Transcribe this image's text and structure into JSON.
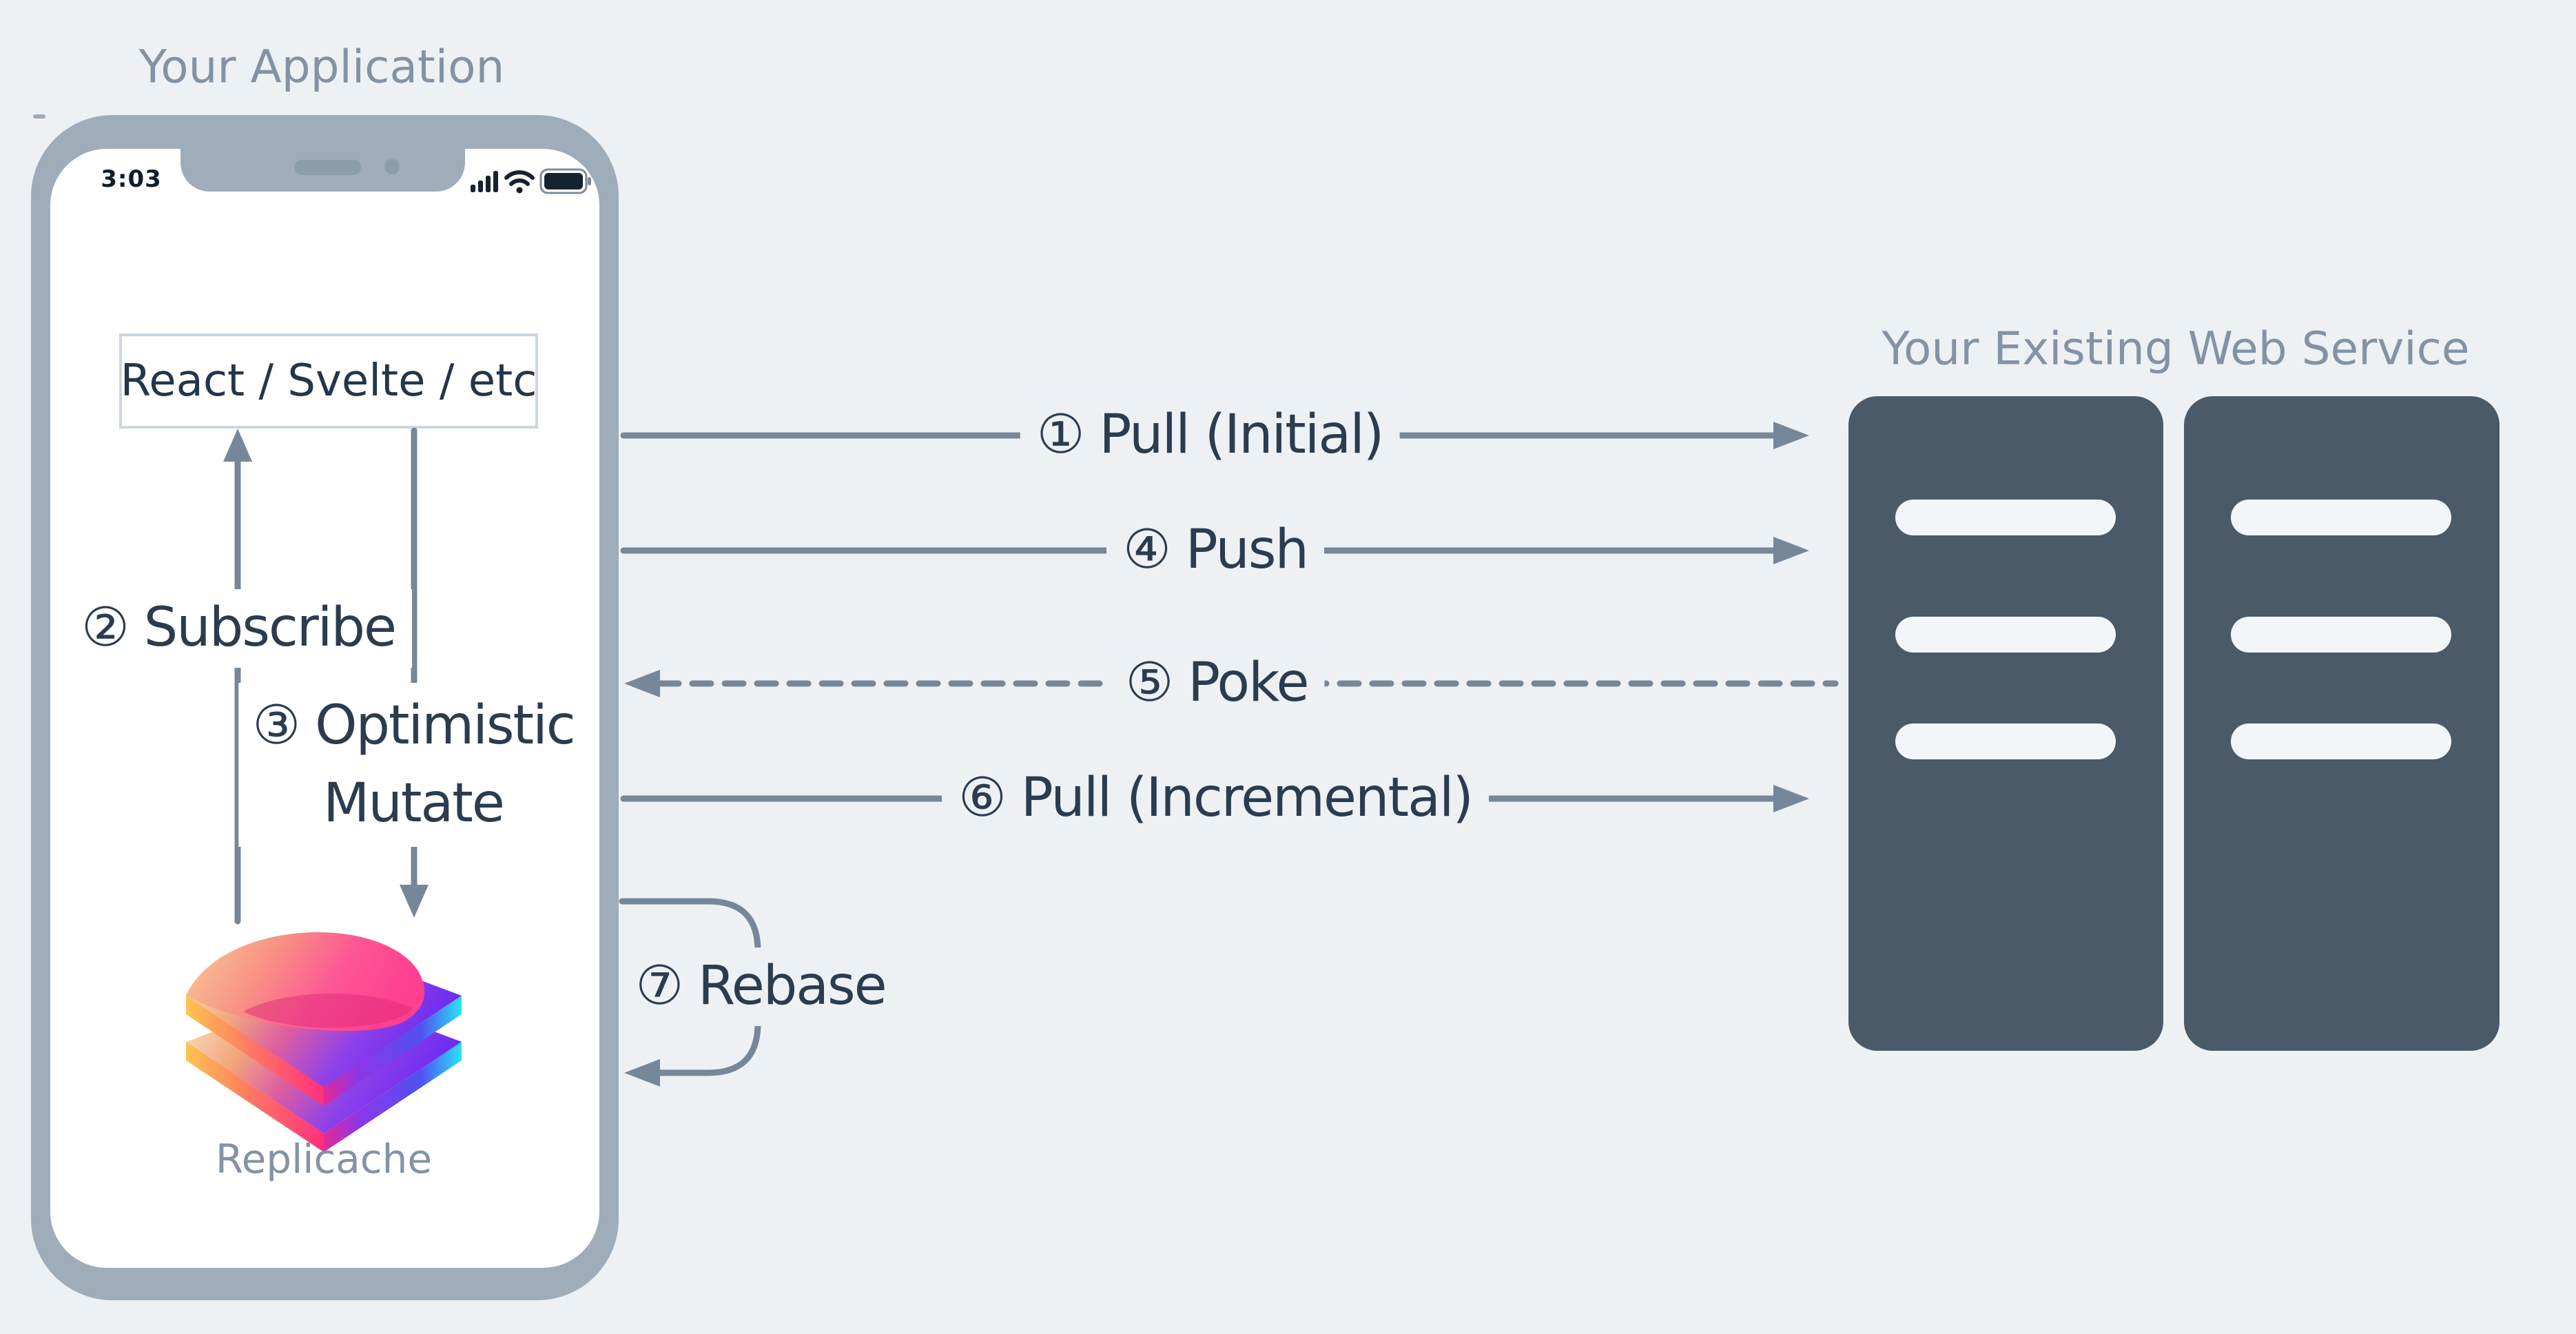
{
  "application": {
    "title": "Your Application",
    "status_bar": {
      "time": "3:03"
    },
    "framework_box": "React / Svelte / etc",
    "logo_caption": "Replicache"
  },
  "web_service": {
    "title": "Your Existing Web Service",
    "racks": 2,
    "slots_per_rack": 3
  },
  "steps": {
    "pull_initial": "① Pull (Initial)",
    "subscribe": "② Subscribe",
    "optimistic_mutate_line1": "③ Optimistic",
    "optimistic_mutate_line2": "Mutate",
    "push": "④ Push",
    "poke": "⑤ Poke",
    "pull_incremental": "⑥ Pull (Incremental)",
    "rebase": "⑦ Rebase"
  },
  "colors": {
    "background": "#edf1f4",
    "phone_bezel": "#9fadba",
    "screen": "#ffffff",
    "muted_title": "#8393a4",
    "dark_text": "#2b3c4e",
    "arrow_line": "#76879a",
    "server_body": "#4a5a69",
    "server_slot": "#f3f6f9",
    "box_border": "#ccd7e0",
    "logo_orange": "#ffc44f",
    "logo_pink": "#ff3f8f",
    "logo_purple": "#7b2ff0",
    "logo_cyan": "#2be1f4"
  }
}
